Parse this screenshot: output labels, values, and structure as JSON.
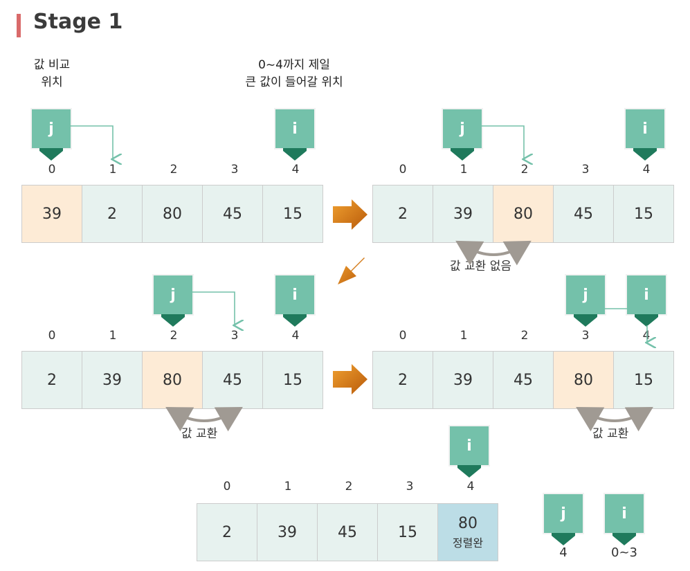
{
  "header": {
    "title": "Stage 1"
  },
  "labels": {
    "compare_line1": "값 비교",
    "compare_line2": "위치",
    "target_line1": "0~4까지 제일",
    "target_line2": "큰 값이 들어갈 위치",
    "no_swap": "값 교환 없음",
    "swap": "값 교환"
  },
  "pointer": {
    "j": "j",
    "i": "i"
  },
  "indices": [
    "0",
    "1",
    "2",
    "3",
    "4"
  ],
  "steps": [
    {
      "values": [
        "39",
        "2",
        "80",
        "45",
        "15"
      ],
      "highlight": [
        0
      ]
    },
    {
      "values": [
        "2",
        "39",
        "80",
        "45",
        "15"
      ],
      "highlight": [
        2
      ]
    },
    {
      "values": [
        "2",
        "39",
        "80",
        "45",
        "15"
      ],
      "highlight": [
        2
      ]
    },
    {
      "values": [
        "2",
        "39",
        "45",
        "80",
        "15"
      ],
      "highlight": [
        3
      ]
    },
    {
      "values": [
        "2",
        "39",
        "45",
        "15",
        "80"
      ],
      "highlight": [],
      "sorted": [
        4
      ]
    }
  ],
  "sorted_label": "정렬완",
  "legend": {
    "j_range": "4",
    "i_range": "0~3"
  },
  "colors": {
    "pointer": "#74c1aa",
    "pointer_dark": "#1f7a5c",
    "cell": "#e7f2ef",
    "cell_highlight": "#fdebd6",
    "cell_sorted": "#bcdde6",
    "arrow": "#d97a12",
    "title_bar": "#d96a6a"
  }
}
